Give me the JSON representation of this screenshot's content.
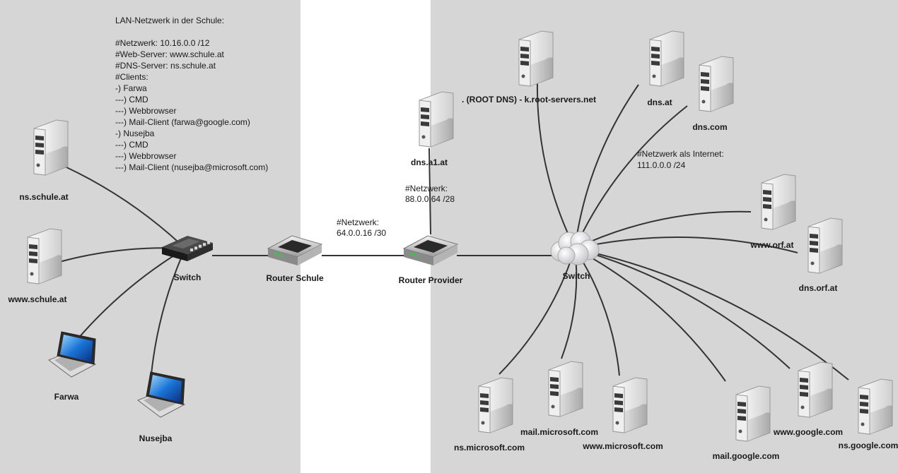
{
  "zones": [
    {
      "name": "school",
      "color": "#d6d6d6"
    },
    {
      "name": "transit",
      "color": "#ffffff"
    },
    {
      "name": "internet",
      "color": "#d6d6d6"
    }
  ],
  "notes": {
    "school_lines": [
      "LAN-Netzwerk in der Schule:",
      "",
      "#Netzwerk: 10.16.0.0 /12",
      "#Web-Server: www.schule.at",
      "#DNS-Server: ns.schule.at",
      "#Clients:",
      "-) Farwa",
      "---) CMD",
      "---) Webbrowser",
      "---) Mail-Client (farwa@google.com)",
      "-) Nusejba",
      "---) CMD",
      "---) Webbrowser",
      "---) Mail-Client (nusejba@microsoft.com)"
    ],
    "transit_lines": [
      "#Netzwerk:",
      "64.0.0.16 /30"
    ],
    "provider_lines": [
      "#Netzwerk:",
      "88.0.0.64 /28"
    ],
    "internet_lines": [
      "#Netzwerk als Internet:",
      "111.0.0.0 /24"
    ]
  },
  "nodes": [
    {
      "id": "ns-schule",
      "kind": "server",
      "label": "ns.schule.at"
    },
    {
      "id": "www-schule",
      "kind": "server",
      "label": "www.schule.at"
    },
    {
      "id": "farwa",
      "kind": "laptop",
      "label": "Farwa"
    },
    {
      "id": "nusejba",
      "kind": "laptop",
      "label": "Nusejba"
    },
    {
      "id": "switch-school",
      "kind": "switch",
      "label": "Switch"
    },
    {
      "id": "router-schule",
      "kind": "router",
      "label": "Router Schule"
    },
    {
      "id": "router-provider",
      "kind": "router",
      "label": "Router Provider"
    },
    {
      "id": "dns-a1",
      "kind": "server",
      "label": "dns.a1.at"
    },
    {
      "id": "cloud-switch",
      "kind": "cloud",
      "label": "Switch"
    },
    {
      "id": "root-dns",
      "kind": "server",
      "label": ". (ROOT DNS) - k.root-servers.net"
    },
    {
      "id": "dns-at",
      "kind": "server",
      "label": "dns.at"
    },
    {
      "id": "dns-com",
      "kind": "server",
      "label": "dns.com"
    },
    {
      "id": "www-orf",
      "kind": "server",
      "label": "www.orf.at"
    },
    {
      "id": "dns-orf",
      "kind": "server",
      "label": "dns.orf.at"
    },
    {
      "id": "ns-microsoft",
      "kind": "server",
      "label": "ns.microsoft.com"
    },
    {
      "id": "mail-microsoft",
      "kind": "server",
      "label": "mail.microsoft.com"
    },
    {
      "id": "www-microsoft",
      "kind": "server",
      "label": "www.microsoft.com"
    },
    {
      "id": "mail-google",
      "kind": "server",
      "label": "mail.google.com"
    },
    {
      "id": "www-google",
      "kind": "server",
      "label": "www.google.com"
    },
    {
      "id": "ns-google",
      "kind": "server",
      "label": "ns.google.com"
    }
  ],
  "links": [
    {
      "from": "ns-schule",
      "to": "switch-school"
    },
    {
      "from": "www-schule",
      "to": "switch-school"
    },
    {
      "from": "farwa",
      "to": "switch-school"
    },
    {
      "from": "nusejba",
      "to": "switch-school"
    },
    {
      "from": "switch-school",
      "to": "router-schule"
    },
    {
      "from": "router-schule",
      "to": "router-provider"
    },
    {
      "from": "router-provider",
      "to": "dns-a1"
    },
    {
      "from": "router-provider",
      "to": "cloud-switch"
    },
    {
      "from": "cloud-switch",
      "to": "root-dns"
    },
    {
      "from": "cloud-switch",
      "to": "dns-at"
    },
    {
      "from": "cloud-switch",
      "to": "dns-com"
    },
    {
      "from": "cloud-switch",
      "to": "www-orf"
    },
    {
      "from": "cloud-switch",
      "to": "dns-orf"
    },
    {
      "from": "cloud-switch",
      "to": "ns-microsoft"
    },
    {
      "from": "cloud-switch",
      "to": "mail-microsoft"
    },
    {
      "from": "cloud-switch",
      "to": "www-microsoft"
    },
    {
      "from": "cloud-switch",
      "to": "mail-google"
    },
    {
      "from": "cloud-switch",
      "to": "www-google"
    },
    {
      "from": "cloud-switch",
      "to": "ns-google"
    }
  ]
}
